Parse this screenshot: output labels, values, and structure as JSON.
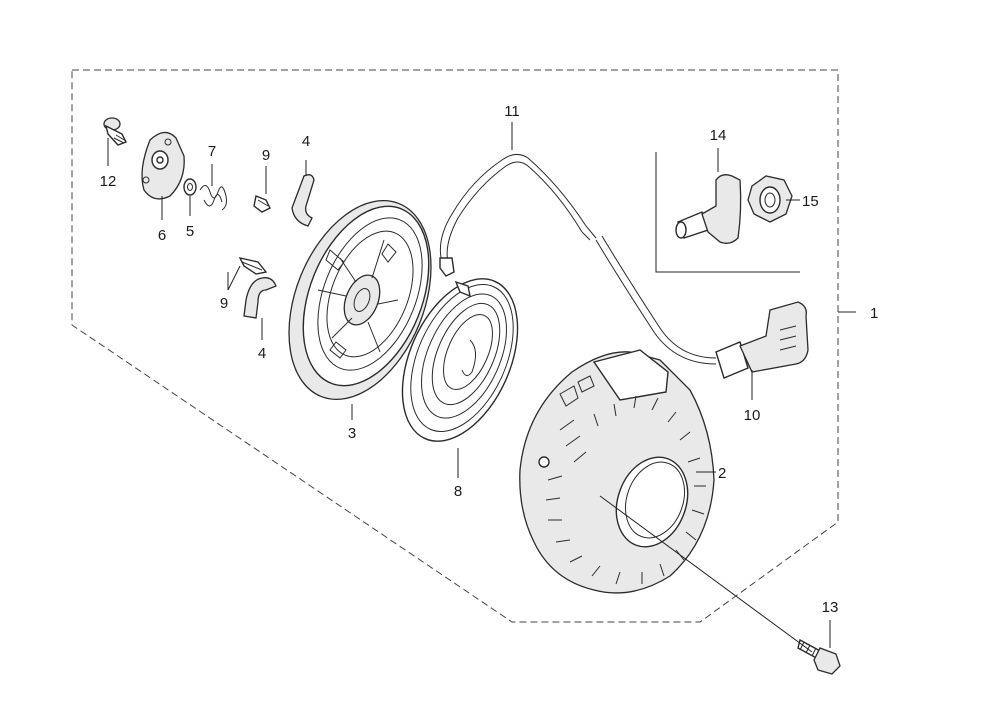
{
  "diagram": {
    "callouts": [
      {
        "id": "1",
        "text": "1"
      },
      {
        "id": "2",
        "text": "2"
      },
      {
        "id": "3",
        "text": "3"
      },
      {
        "id": "4a",
        "text": "4"
      },
      {
        "id": "4b",
        "text": "4"
      },
      {
        "id": "5",
        "text": "5"
      },
      {
        "id": "6",
        "text": "6"
      },
      {
        "id": "7",
        "text": "7"
      },
      {
        "id": "8",
        "text": "8"
      },
      {
        "id": "9a",
        "text": "9"
      },
      {
        "id": "9b",
        "text": "9"
      },
      {
        "id": "10",
        "text": "10"
      },
      {
        "id": "11",
        "text": "11"
      },
      {
        "id": "12",
        "text": "12"
      },
      {
        "id": "13",
        "text": "13"
      },
      {
        "id": "14",
        "text": "14"
      },
      {
        "id": "15",
        "text": "15"
      }
    ],
    "colors": {
      "line": "#2b2b2b",
      "background": "#ffffff",
      "text": "#1a1a1a"
    }
  }
}
